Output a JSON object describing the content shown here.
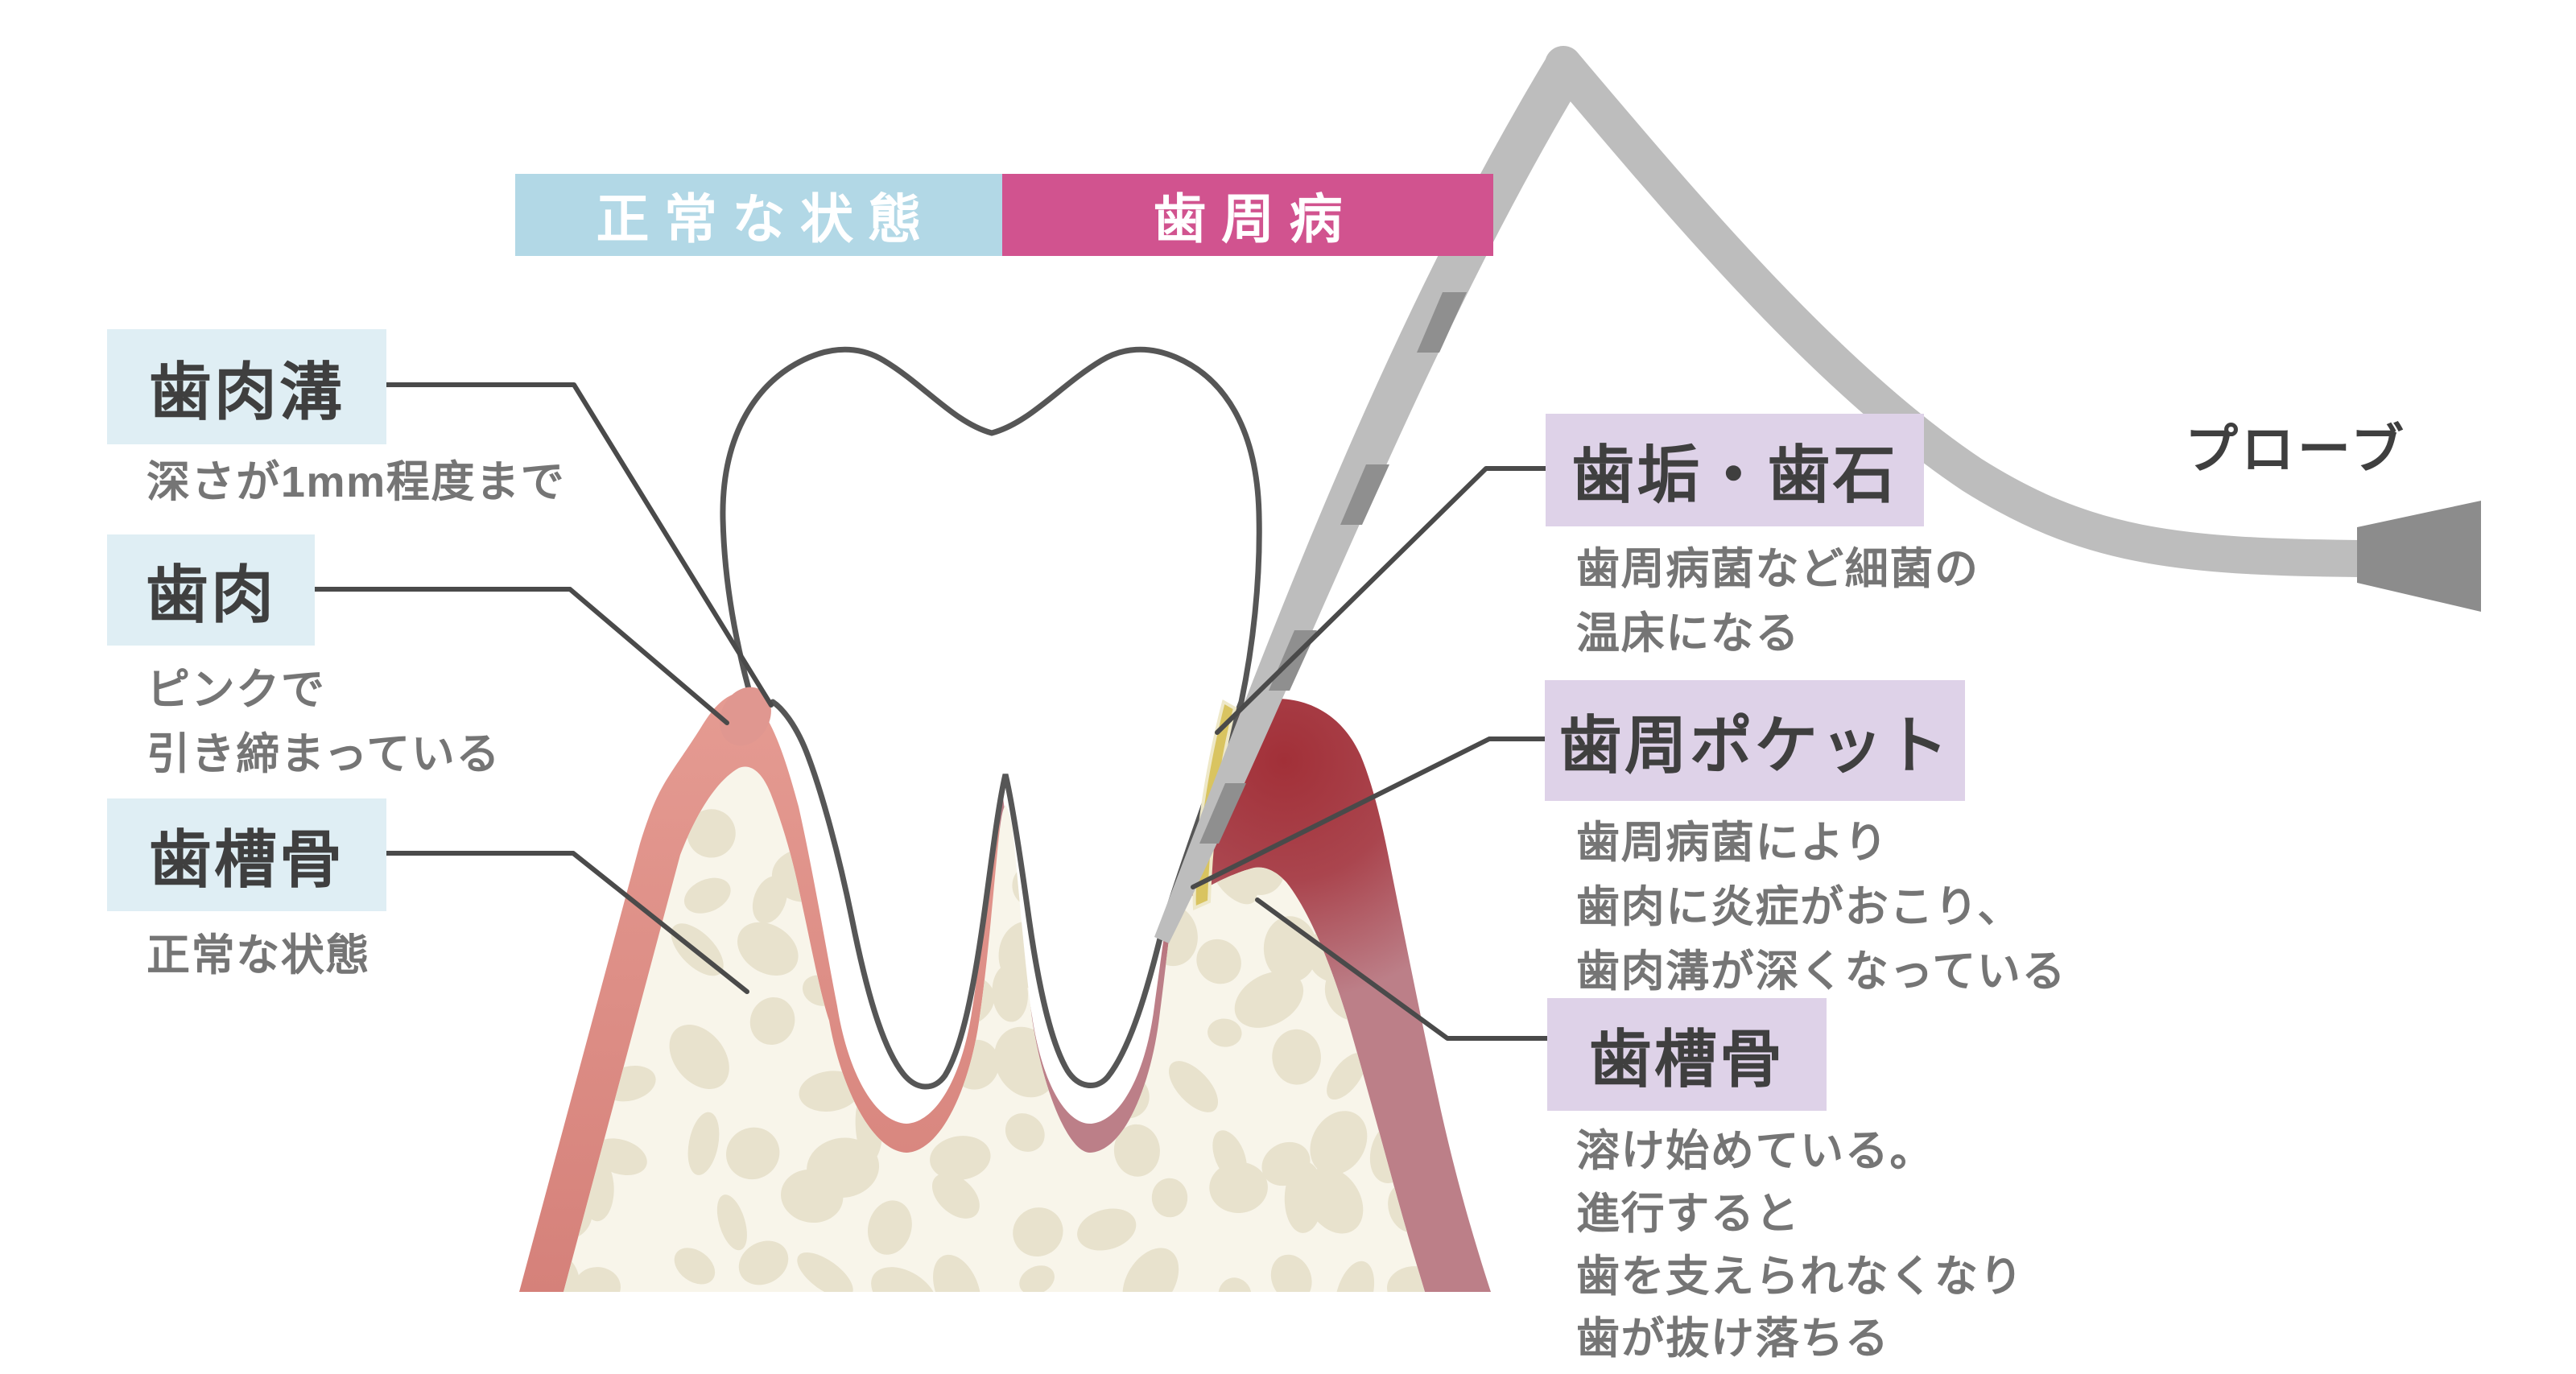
{
  "banner": {
    "normal_label": "正常な状態",
    "disease_label": "歯周病",
    "normal_bg": "#b2d8e6",
    "disease_bg": "#d1538f"
  },
  "probe_label": "プローブ",
  "left_labels": [
    {
      "title": "歯肉溝",
      "desc_lines": [
        "深さが1mm程度まで"
      ]
    },
    {
      "title": "歯肉",
      "desc_lines": [
        "ピンクで",
        "引き締まっている"
      ]
    },
    {
      "title": "歯槽骨",
      "desc_lines": [
        "正常な状態"
      ]
    }
  ],
  "right_labels": [
    {
      "title": "歯垢・歯石",
      "desc_lines": [
        "歯周病菌など細菌の",
        "温床になる"
      ]
    },
    {
      "title": "歯周ポケット",
      "desc_lines": [
        "歯周病菌により",
        "歯肉に炎症がおこり、",
        "歯肉溝が深くなっている"
      ]
    },
    {
      "title": "歯槽骨",
      "desc_lines": [
        "溶け始めている。",
        "進行すると",
        "歯を支えられなくなり",
        "歯が抜け落ちる"
      ]
    }
  ],
  "colors": {
    "label_bg_blue": "#dfeef4",
    "label_bg_purple": "#ded2e8",
    "title_text": "#3f3f3f",
    "desc_text": "#757575",
    "leader_line": "#4a4a4a",
    "healthy_gum": "#df9189",
    "inflamed_gum_dark": "#a23840",
    "inflamed_gum_light": "#bc7f88",
    "bone_fill": "#f8f5ea",
    "bone_spots": "#e8e2cd",
    "tooth_outline": "#565656",
    "plaque_yellow": "#d9c460",
    "probe_gray": "#bdbdbd",
    "probe_marking": "#8f8f8f",
    "probe_handle": "#8c8c8c"
  }
}
